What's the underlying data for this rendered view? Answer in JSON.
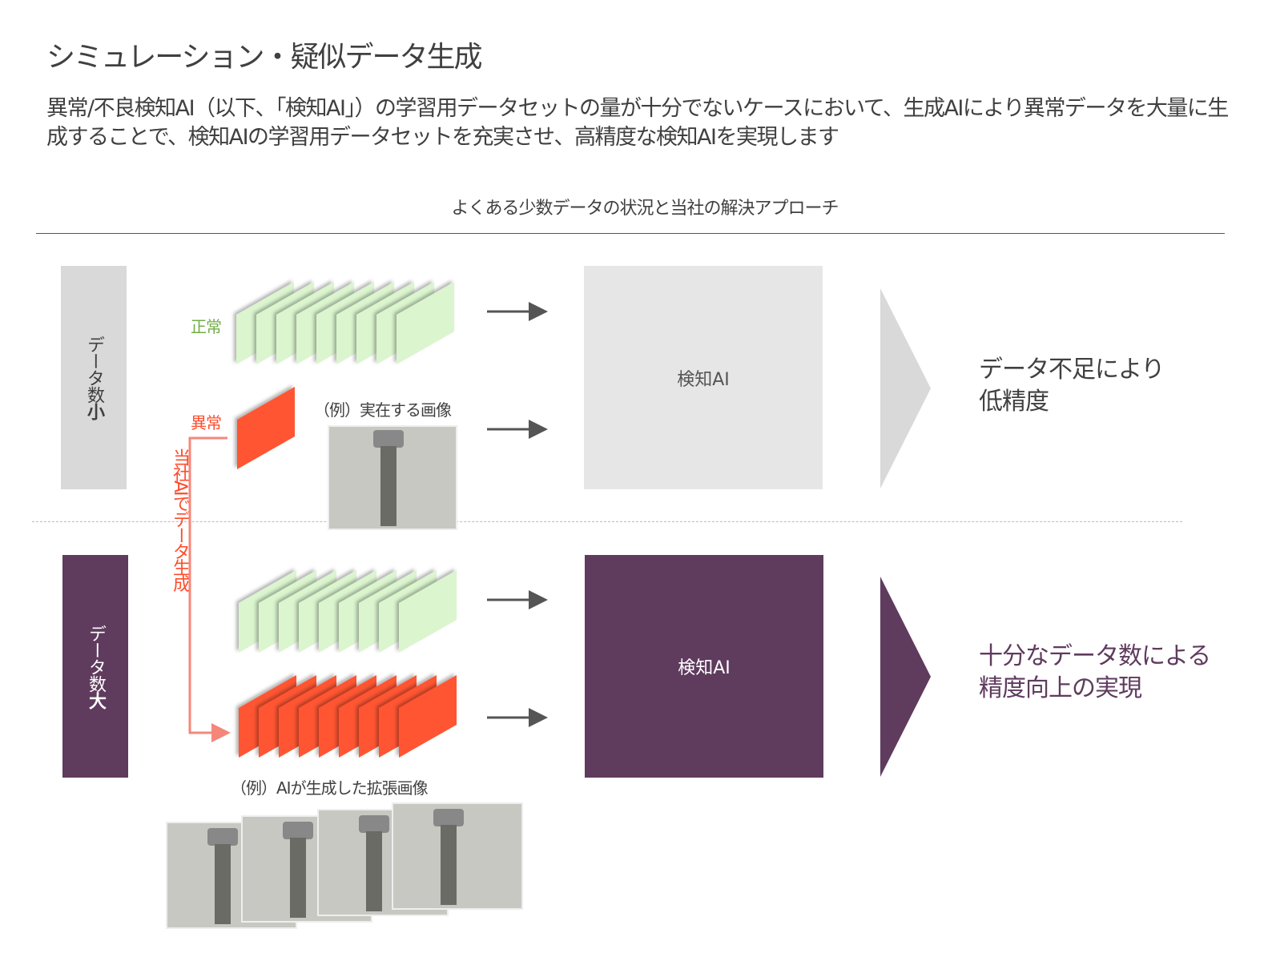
{
  "title": "シミュレーション・疑似データ生成",
  "description": "異常/不良検知AI（以下、「検知AI」）の学習用データセットの量が十分でないケースにおいて、生成AIにより異常データを大量に生成することで、検知AIの学習用データセットを充実させ、高精度な検知AIを実現します",
  "subtitle": "よくある少数データの状況と当社の解決アプローチ",
  "top": {
    "side_label": "データ数",
    "side_label_bold": "小",
    "normal_label": "正常",
    "anomaly_label": "異常",
    "example_caption": "（例）実在する画像",
    "ai_box": "検知AI",
    "result": [
      "データ不足により",
      "低精度"
    ]
  },
  "bottom": {
    "side_label": "データ数",
    "side_label_bold": "大",
    "generation_label": "当社AIでデータ生成",
    "example_caption": "（例）AIが生成した拡張画像",
    "ai_box": "検知AI",
    "result": [
      "十分なデータ数による",
      "精度向上の実現"
    ]
  },
  "colors": {
    "normal": "#dbf5cf",
    "anomaly": "#ff5533",
    "accent": "#5f3b5e",
    "gray": "#d9d9d9"
  }
}
